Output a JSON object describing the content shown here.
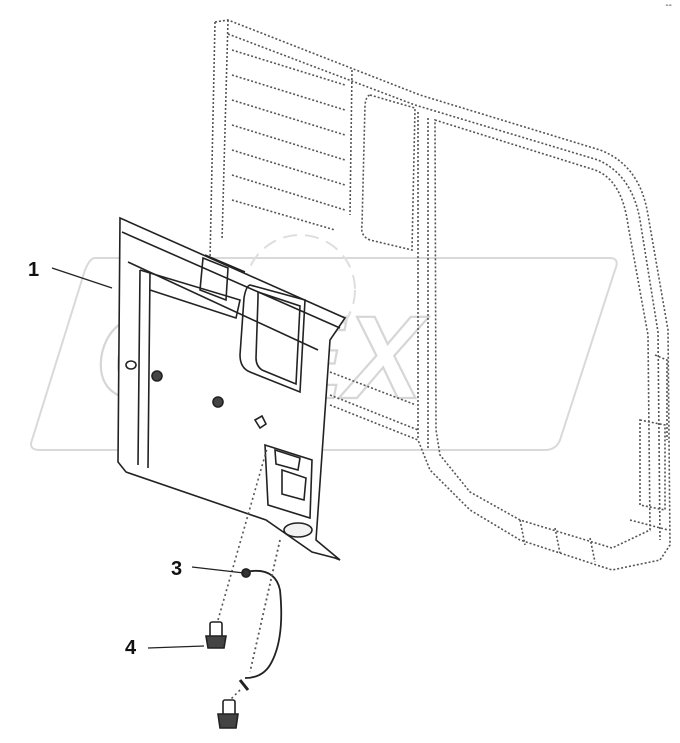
{
  "watermark": {
    "text": "OPEX",
    "color": "#d6d6d6"
  },
  "corner_mark": "--",
  "callouts": [
    {
      "id": "1",
      "label": "1"
    },
    {
      "id": "3",
      "label": "3"
    },
    {
      "id": "4",
      "label": "4"
    }
  ],
  "colors": {
    "line": "#2a2a2a",
    "dotted": "#555555",
    "background": "#ffffff"
  }
}
